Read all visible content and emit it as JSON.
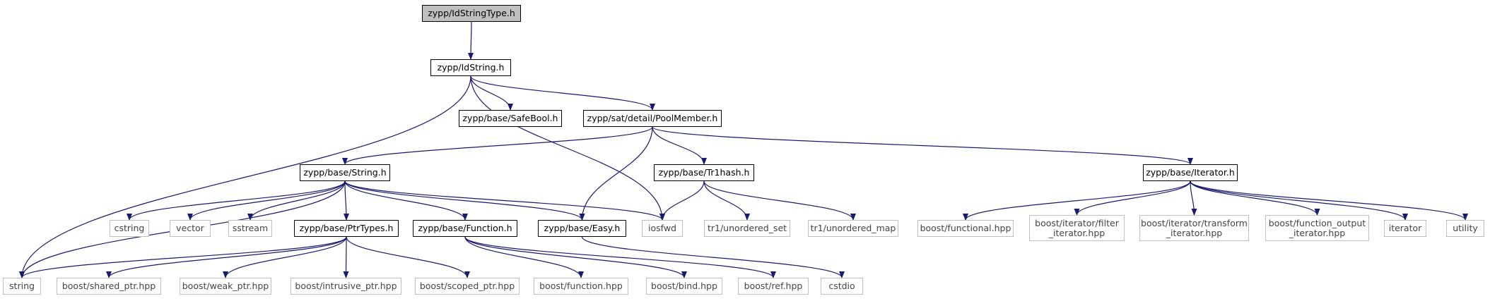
{
  "graph": {
    "colors": {
      "edge": "#191970",
      "documented_border": "#000000",
      "external_border": "#bfbfbf",
      "root_fill": "#bfbfbf"
    },
    "nodes": [
      {
        "id": "n0",
        "label": "zypp/IdStringType.h",
        "kind": "root"
      },
      {
        "id": "n1",
        "label": "zypp/IdString.h",
        "kind": "doc"
      },
      {
        "id": "n2",
        "label": "zypp/base/SafeBool.h",
        "kind": "doc"
      },
      {
        "id": "n3",
        "label": "zypp/sat/detail/PoolMember.h",
        "kind": "doc"
      },
      {
        "id": "n4",
        "label": "zypp/base/String.h",
        "kind": "doc"
      },
      {
        "id": "n5",
        "label": "zypp/base/Tr1hash.h",
        "kind": "doc"
      },
      {
        "id": "n6",
        "label": "zypp/base/Iterator.h",
        "kind": "doc"
      },
      {
        "id": "n7",
        "label": "cstring",
        "kind": "ext"
      },
      {
        "id": "n8",
        "label": "vector",
        "kind": "ext"
      },
      {
        "id": "n9",
        "label": "sstream",
        "kind": "ext"
      },
      {
        "id": "n10",
        "label": "zypp/base/PtrTypes.h",
        "kind": "doc"
      },
      {
        "id": "n11",
        "label": "zypp/base/Function.h",
        "kind": "doc"
      },
      {
        "id": "n12",
        "label": "zypp/base/Easy.h",
        "kind": "doc"
      },
      {
        "id": "n13",
        "label": "iosfwd",
        "kind": "ext"
      },
      {
        "id": "n14",
        "label": "tr1/unordered_set",
        "kind": "ext"
      },
      {
        "id": "n15",
        "label": "tr1/unordered_map",
        "kind": "ext"
      },
      {
        "id": "n16",
        "label": "boost/functional.hpp",
        "kind": "ext"
      },
      {
        "id": "n17",
        "label": "boost/iterator/filter\n_iterator.hpp",
        "kind": "ext"
      },
      {
        "id": "n18",
        "label": "boost/iterator/transform\n_iterator.hpp",
        "kind": "ext"
      },
      {
        "id": "n19",
        "label": "boost/function_output\n_iterator.hpp",
        "kind": "ext"
      },
      {
        "id": "n20",
        "label": "iterator",
        "kind": "ext"
      },
      {
        "id": "n21",
        "label": "utility",
        "kind": "ext"
      },
      {
        "id": "n22",
        "label": "string",
        "kind": "ext"
      },
      {
        "id": "n23",
        "label": "boost/shared_ptr.hpp",
        "kind": "ext"
      },
      {
        "id": "n24",
        "label": "boost/weak_ptr.hpp",
        "kind": "ext"
      },
      {
        "id": "n25",
        "label": "boost/intrusive_ptr.hpp",
        "kind": "ext"
      },
      {
        "id": "n26",
        "label": "boost/scoped_ptr.hpp",
        "kind": "ext"
      },
      {
        "id": "n27",
        "label": "boost/function.hpp",
        "kind": "ext"
      },
      {
        "id": "n28",
        "label": "boost/bind.hpp",
        "kind": "ext"
      },
      {
        "id": "n29",
        "label": "boost/ref.hpp",
        "kind": "ext"
      },
      {
        "id": "n30",
        "label": "cstdio",
        "kind": "ext"
      }
    ],
    "edges": [
      [
        "n0",
        "n1"
      ],
      [
        "n1",
        "n22"
      ],
      [
        "n1",
        "n13"
      ],
      [
        "n1",
        "n2"
      ],
      [
        "n1",
        "n3"
      ],
      [
        "n3",
        "n4"
      ],
      [
        "n3",
        "n12"
      ],
      [
        "n3",
        "n5"
      ],
      [
        "n3",
        "n6"
      ],
      [
        "n4",
        "n22"
      ],
      [
        "n4",
        "n7"
      ],
      [
        "n4",
        "n8"
      ],
      [
        "n4",
        "n9"
      ],
      [
        "n4",
        "n10"
      ],
      [
        "n4",
        "n11"
      ],
      [
        "n4",
        "n12"
      ],
      [
        "n4",
        "n13"
      ],
      [
        "n5",
        "n13"
      ],
      [
        "n5",
        "n14"
      ],
      [
        "n5",
        "n15"
      ],
      [
        "n6",
        "n16"
      ],
      [
        "n6",
        "n17"
      ],
      [
        "n6",
        "n18"
      ],
      [
        "n6",
        "n19"
      ],
      [
        "n6",
        "n20"
      ],
      [
        "n6",
        "n21"
      ],
      [
        "n10",
        "n22"
      ],
      [
        "n10",
        "n23"
      ],
      [
        "n10",
        "n24"
      ],
      [
        "n10",
        "n25"
      ],
      [
        "n10",
        "n26"
      ],
      [
        "n11",
        "n27"
      ],
      [
        "n11",
        "n28"
      ],
      [
        "n11",
        "n29"
      ],
      [
        "n12",
        "n30"
      ]
    ]
  }
}
